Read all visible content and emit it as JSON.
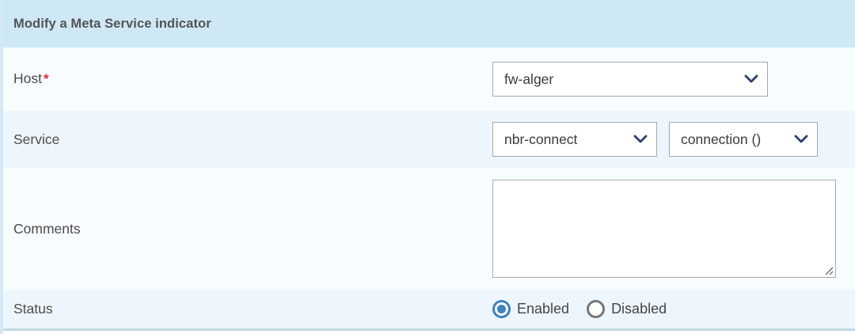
{
  "header": {
    "title": "Modify a Meta Service indicator",
    "background_color": "#cfe8f6",
    "text_color": "#545454"
  },
  "accent": {
    "left_border_color": "#d5e9f5",
    "row_shade_a": "#f7fcff",
    "row_shade_b": "#eef6fd",
    "required_color": "#e0283a",
    "radio_selected_color": "#3c82c0",
    "radio_unselected_color": "#767676",
    "chevron_color": "#2b3d6b",
    "field_border_color": "#a9a9a9",
    "bottom_border_color": "#c5d6e2"
  },
  "fields": {
    "host": {
      "label": "Host",
      "required_mark": "*",
      "select_value": "fw-alger",
      "chevron_icon": "chevron-down-icon"
    },
    "service": {
      "label": "Service",
      "service_select_value": "nbr-connect",
      "metric_select_value": "connection ()",
      "chevron_icon": "chevron-down-icon"
    },
    "comments": {
      "label": "Comments",
      "value": "",
      "placeholder": "",
      "resize_grip_icon": "resize-grip-icon"
    },
    "status": {
      "label": "Status",
      "options": [
        {
          "label": "Enabled",
          "selected": true
        },
        {
          "label": "Disabled",
          "selected": false
        }
      ]
    }
  }
}
